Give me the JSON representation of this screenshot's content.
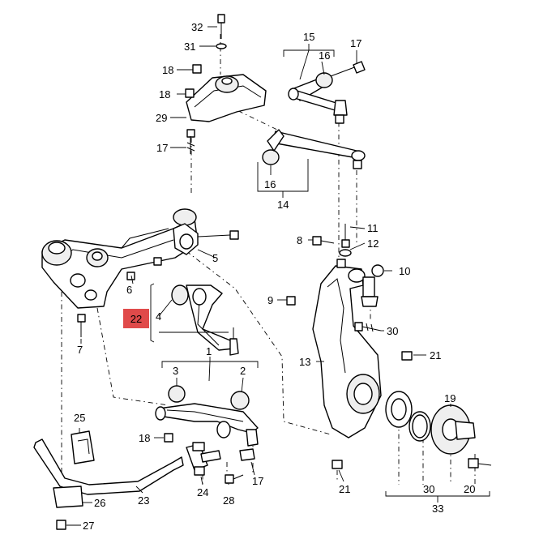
{
  "highlight": {
    "label": "22",
    "color": "#e04a4a"
  },
  "callouts": {
    "c1": "1",
    "c2": "2",
    "c3": "3",
    "c4": "4",
    "c5": "5",
    "c6": "6",
    "c7": "7",
    "c8": "8",
    "c9": "9",
    "c10": "10",
    "c11": "11",
    "c12": "12",
    "c13": "13",
    "c14": "14",
    "c15": "15",
    "c16a": "16",
    "c16b": "16",
    "c17a": "17",
    "c17b": "17",
    "c17c": "17",
    "c18a": "18",
    "c18b": "18",
    "c18c": "18",
    "c19": "19",
    "c20": "20",
    "c21a": "21",
    "c21b": "21",
    "c23": "23",
    "c24": "24",
    "c25": "25",
    "c26": "26",
    "c27": "27",
    "c28": "28",
    "c29": "29",
    "c30a": "30",
    "c30b": "30",
    "c31": "31",
    "c32": "32",
    "c33": "33"
  }
}
